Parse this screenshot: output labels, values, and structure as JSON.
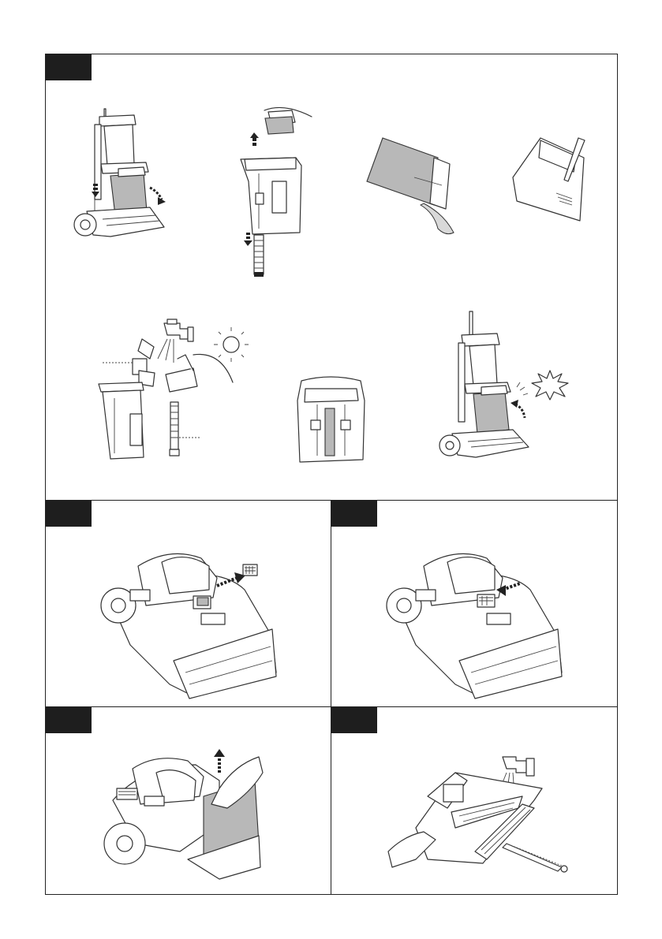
{
  "page": {
    "sections": [
      {
        "id": "top",
        "tab_label": ""
      },
      {
        "id": "middle-left",
        "tab_label": ""
      },
      {
        "id": "middle-right",
        "tab_label": ""
      },
      {
        "id": "bottom-left",
        "tab_label": ""
      },
      {
        "id": "bottom-right",
        "tab_label": ""
      }
    ]
  },
  "colors": {
    "tab": "#1e1e1e",
    "border": "#222222",
    "shade": "#b8b8b8"
  },
  "icons": [
    "upright-carpet-cleaner-illustration",
    "hand-lifting-filter-illustration",
    "pouring-tank-illustration",
    "brush-cleaning-tank-illustration",
    "tap-rinsing-parts-illustration",
    "sun-drying-icon",
    "reassembled-tank-illustration",
    "click-starburst-icon",
    "nozzle-filter-removal-illustration",
    "nozzle-filter-insert-illustration",
    "lift-nozzle-cover-illustration",
    "rinse-brush-roll-illustration"
  ]
}
